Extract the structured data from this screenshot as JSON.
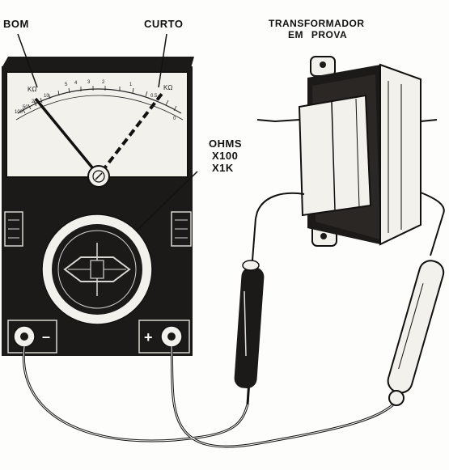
{
  "labels": {
    "bom": "BOM",
    "curto": "CURTO",
    "transformer_line1": "TRANSFORMADOR",
    "transformer_line2": "EM PROVA",
    "ohms_line1": "OHMS",
    "ohms_line2": "X100",
    "ohms_line3": "X1K"
  },
  "meter": {
    "scale_unit_left": "KΩ",
    "scale_unit_right": "KΩ",
    "scale_ticks": [
      "100",
      "50",
      "20",
      "10",
      "5",
      "4",
      "3",
      "2",
      "1",
      "0.5",
      "0"
    ],
    "minus_sign": "–",
    "plus_sign": "+"
  },
  "colors": {
    "body": "#1c1a18",
    "scale_face": "#f3f1ec",
    "ink": "#111111"
  }
}
